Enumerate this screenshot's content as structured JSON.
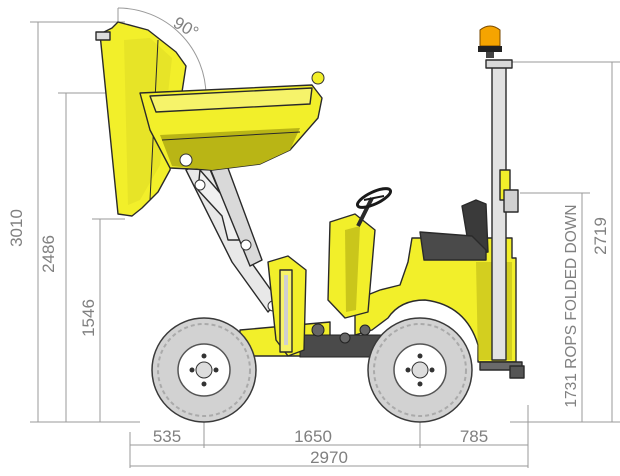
{
  "drawing": {
    "angle_label": "90°",
    "dimensions": {
      "overall_height": "3010",
      "hinge_height": "2486",
      "discharge_height": "1546",
      "rops_height": "2719",
      "rops_folded": "1731 ROPS FOLDED DOWN",
      "front_overhang": "535",
      "wheelbase": "1650",
      "rear_overhang": "785",
      "overall_length": "2970"
    },
    "colors": {
      "machine_yellow": "#f2ef2a",
      "shadow_yellow": "#b9b515",
      "tyre_grey": "#cfcfcf",
      "dimension_grey": "#9a9a9a",
      "beacon_orange": "#f5a400"
    }
  }
}
